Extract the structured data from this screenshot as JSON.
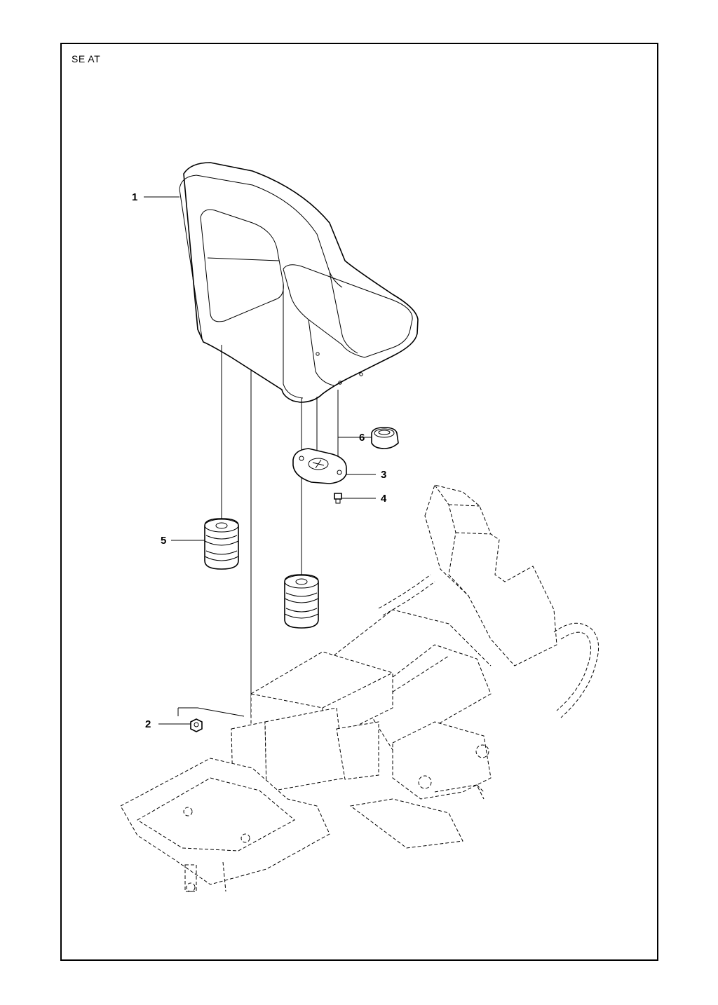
{
  "title": "SE AT",
  "callouts": [
    {
      "id": "1",
      "label": "1"
    },
    {
      "id": "2",
      "label": "2"
    },
    {
      "id": "3",
      "label": "3"
    },
    {
      "id": "4",
      "label": "4"
    },
    {
      "id": "5",
      "label": "5"
    },
    {
      "id": "6",
      "label": "6"
    }
  ]
}
